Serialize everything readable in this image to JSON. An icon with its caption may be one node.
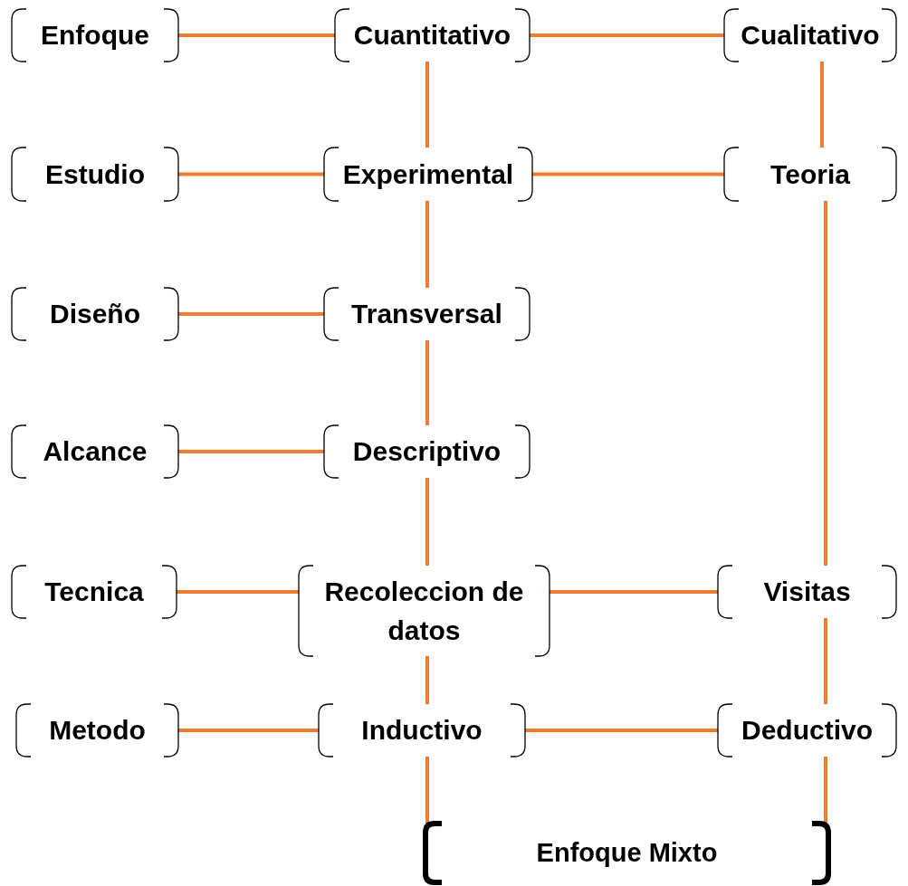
{
  "diagram": {
    "nodes": [
      {
        "text": [
          "Enfoque"
        ]
      },
      {
        "text": [
          "Cuantitativo"
        ]
      },
      {
        "text": [
          "Cualitativo"
        ]
      },
      {
        "text": [
          "Estudio"
        ]
      },
      {
        "text": [
          "Experimental"
        ]
      },
      {
        "text": [
          "Teoria"
        ]
      },
      {
        "text": [
          "Diseño"
        ]
      },
      {
        "text": [
          "Transversal"
        ]
      },
      {
        "text": [
          "Alcance"
        ]
      },
      {
        "text": [
          "Descriptivo"
        ]
      },
      {
        "text": [
          "Tecnica"
        ]
      },
      {
        "text": [
          "Recoleccion de datos"
        ]
      },
      {
        "text": [
          "Visitas"
        ]
      },
      {
        "text": [
          "Metodo"
        ]
      },
      {
        "text": [
          "Inductivo"
        ]
      },
      {
        "text": [
          "Deductivo"
        ]
      },
      {
        "text": [
          "Enfoque Mixto"
        ]
      }
    ],
    "edges": [
      {
        "from": 0,
        "to": 1,
        "arrow": "none"
      },
      {
        "from": 1,
        "to": 2,
        "arrow": "none"
      },
      {
        "from": 1,
        "to": 4,
        "arrow": "none"
      },
      {
        "from": 2,
        "to": 5,
        "arrow": "none"
      },
      {
        "from": 3,
        "to": 4,
        "arrow": "none"
      },
      {
        "from": 4,
        "to": 5,
        "arrow": "none"
      },
      {
        "from": 4,
        "to": 7,
        "arrow": "none"
      },
      {
        "from": 5,
        "to": 12,
        "arrow": "none"
      },
      {
        "from": 6,
        "to": 7,
        "arrow": "none"
      },
      {
        "from": 7,
        "to": 9,
        "arrow": "none"
      },
      {
        "from": 8,
        "to": 9,
        "arrow": "none"
      },
      {
        "from": 9,
        "to": 11,
        "arrow": "none"
      },
      {
        "from": 10,
        "to": 11,
        "arrow": "none"
      },
      {
        "from": 11,
        "to": 12,
        "arrow": "none"
      },
      {
        "from": 11,
        "to": 14,
        "arrow": "none"
      },
      {
        "from": 12,
        "to": 15,
        "arrow": "none"
      },
      {
        "from": 13,
        "to": 14,
        "arrow": "none"
      },
      {
        "from": 14,
        "to": 15,
        "arrow": "none"
      },
      {
        "from": 14,
        "to": 16,
        "arrow": "none"
      },
      {
        "from": 15,
        "to": 16,
        "arrow": "none"
      }
    ]
  }
}
